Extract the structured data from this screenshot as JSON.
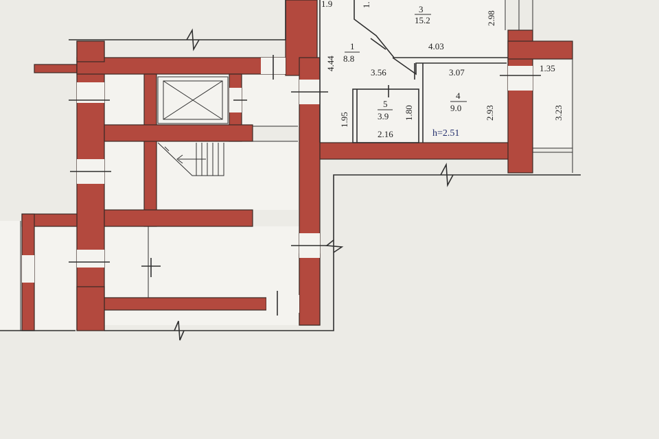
{
  "colors": {
    "wall": "#b3493e",
    "room": "#f4f3ef",
    "paper": "#ecebe6",
    "h_label": "#1f2b6b"
  },
  "rooms": [
    {
      "id": "1",
      "area": "8.8"
    },
    {
      "id": "3",
      "area": "15.2"
    },
    {
      "id": "4",
      "area": "9.0"
    },
    {
      "id": "5",
      "area": "3.9"
    }
  ],
  "dimensions": {
    "top_left": "1.9",
    "top_partial": "1.",
    "right_top": "2.98",
    "r3_width": "4.03",
    "r1_height": "4.44",
    "r1_width": "3.56",
    "r1_lower": "1.95",
    "r4_width": "3.07",
    "r4_height": "2.93",
    "r5_height": "1.80",
    "r5_width": "2.16",
    "balcony_width": "1.35",
    "balcony_height": "3.23"
  },
  "ceiling_height": "h=2.51"
}
